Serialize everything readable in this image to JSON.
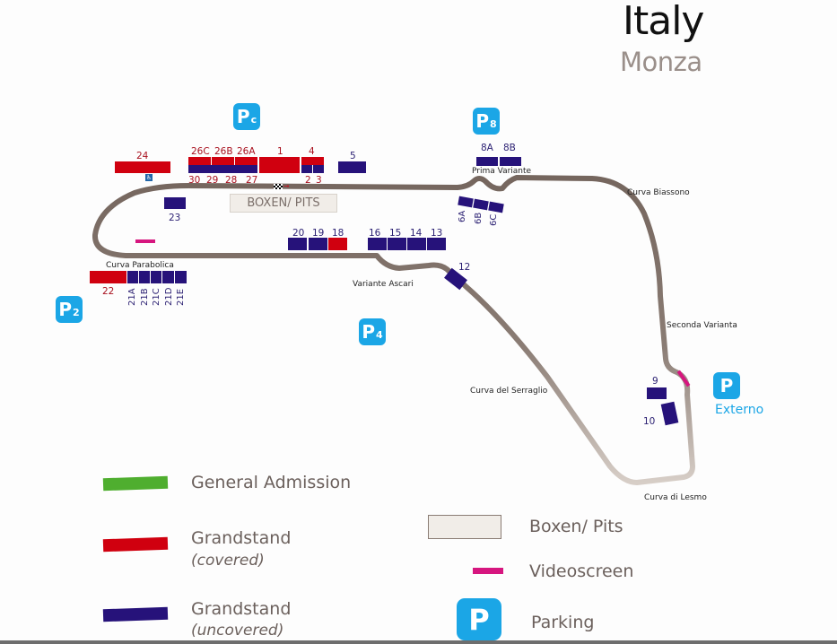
{
  "header": {
    "title": "Italy",
    "subtitle": "Monza"
  },
  "colors": {
    "covered": "#d0000f",
    "uncovered": "#26127a",
    "general_admission": "#4fae2f",
    "videoscreen": "#d6167f",
    "parking": "#1ba6e6",
    "track": "#7a6a62",
    "pits": "#f1ede8"
  },
  "parking": [
    {
      "id": "pc",
      "letter": "P",
      "sub": "c"
    },
    {
      "id": "p8",
      "letter": "P",
      "sub": "8"
    },
    {
      "id": "p2",
      "letter": "P",
      "sub": "2"
    },
    {
      "id": "p4",
      "letter": "P",
      "sub": "4"
    },
    {
      "id": "externo",
      "letter": "P",
      "sub": "",
      "label": "Externo"
    }
  ],
  "pits_label": "BOXEN/ PITS",
  "corners": {
    "prima_variante": "Prima Variante",
    "curva_biassono": "Curva Biassono",
    "curva_parabolica": "Curva Parabolica",
    "variante_ascari": "Variante Ascari",
    "seconda_varianta": "Seconda Varianta",
    "curva_serraglio": "Curva del Serraglio",
    "curva_lesmo": "Curva di Lesmo"
  },
  "grandstands": {
    "s24": "24",
    "s26c": "26C",
    "s26b": "26B",
    "s26a": "26A",
    "s1": "1",
    "s4": "4",
    "s5": "5",
    "s30": "30",
    "s29": "29",
    "s28": "28",
    "s27": "27",
    "s2": "2",
    "s3": "3",
    "s23": "23",
    "s8a": "8A",
    "s8b": "8B",
    "s6a": "6A",
    "s6b": "6B",
    "s6c": "6C",
    "s20": "20",
    "s19": "19",
    "s18": "18",
    "s16": "16",
    "s15": "15",
    "s14": "14",
    "s13": "13",
    "s12": "12",
    "s22": "22",
    "s21a": "21A",
    "s21b": "21B",
    "s21c": "21C",
    "s21d": "21D",
    "s21e": "21E",
    "s9": "9",
    "s10": "10"
  },
  "legend": {
    "general_admission": "General Admission",
    "grandstand_covered": "Grandstand",
    "covered_note": "(covered)",
    "grandstand_uncovered": "Grandstand",
    "uncovered_note": "(uncovered)",
    "pits": "Boxen/ Pits",
    "videoscreen": "Videoscreen",
    "parking": "Parking",
    "parking_icon_letter": "P"
  },
  "accessibility_icon": "wheelchair-icon"
}
